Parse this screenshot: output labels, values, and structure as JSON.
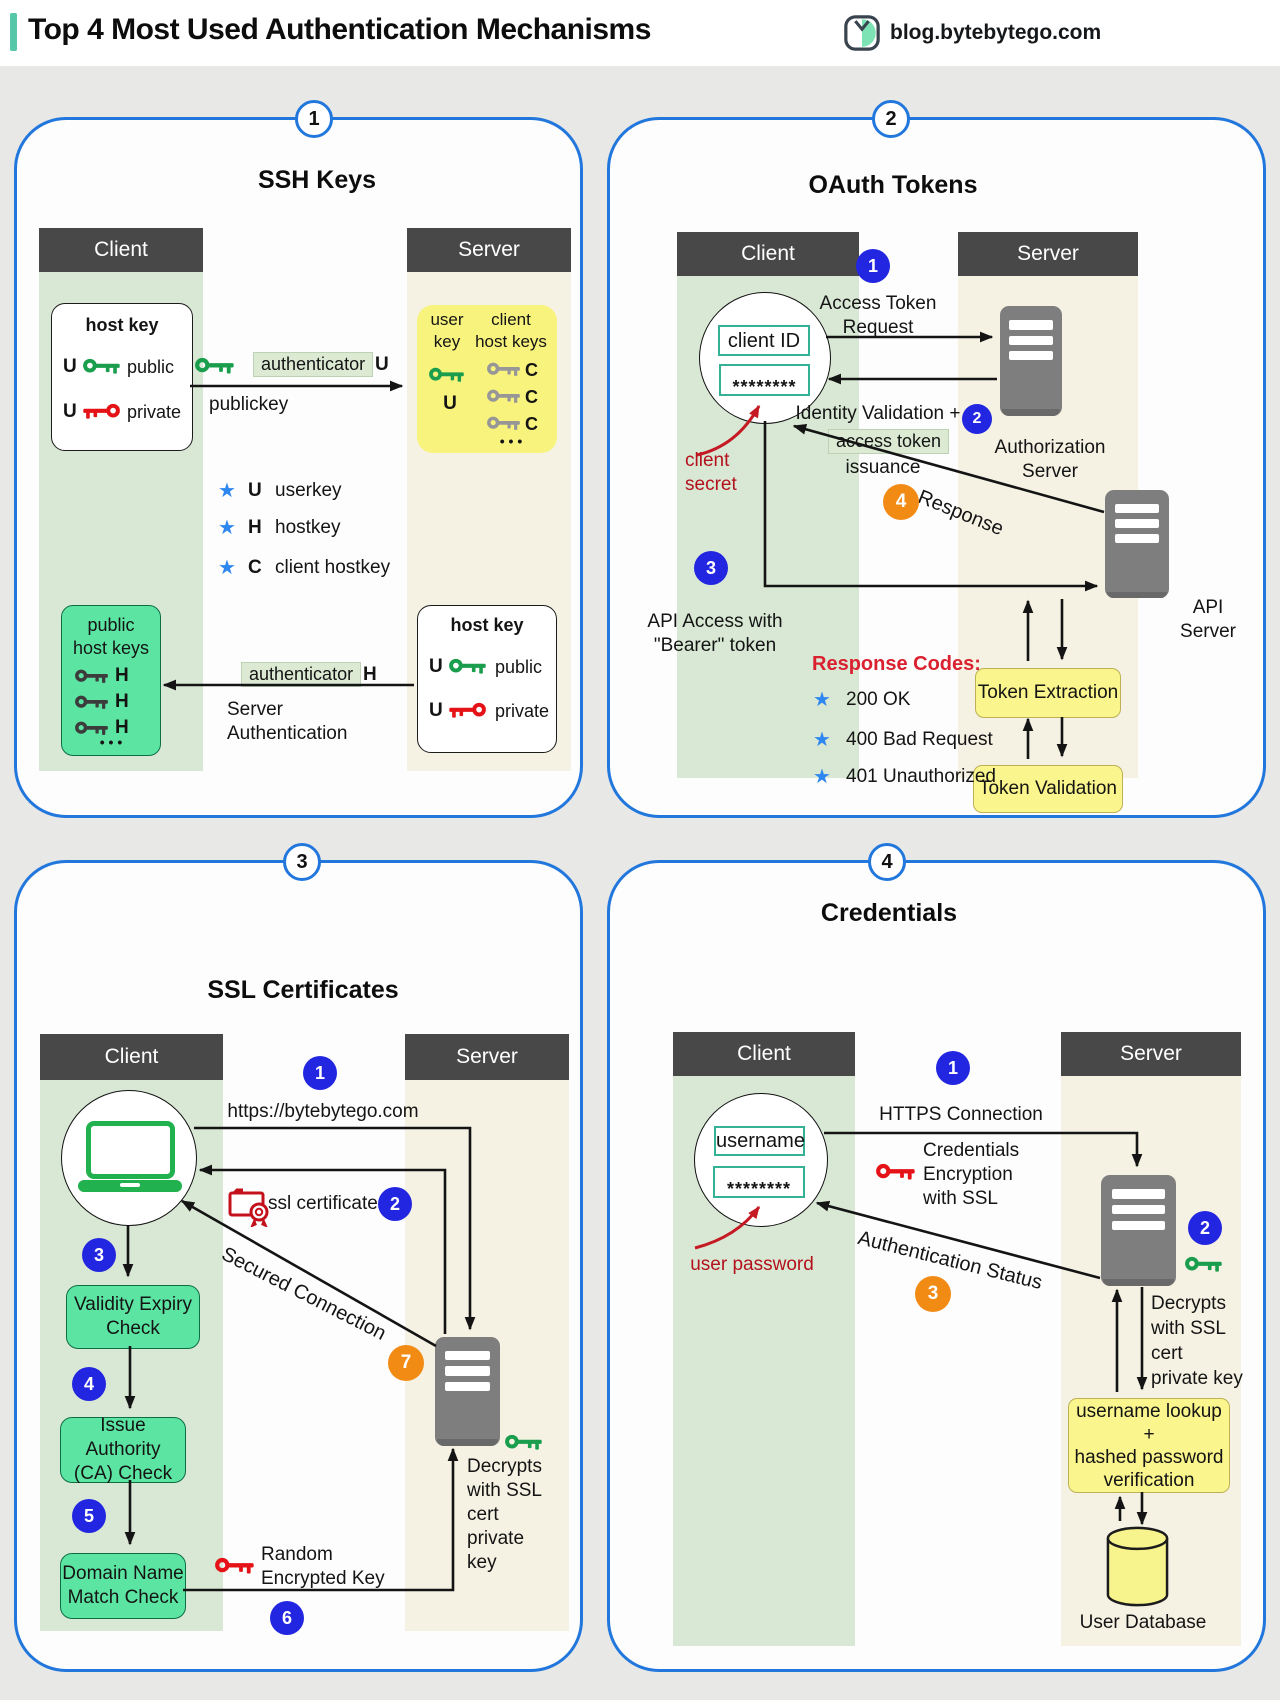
{
  "header": {
    "title": "Top 4 Most Used Authentication Mechanisms",
    "site": "blog.bytebytego.com"
  },
  "icons": {
    "star": "★",
    "dots": "• • •"
  },
  "panels": {
    "ssh": {
      "number": "1",
      "title": "SSH Keys",
      "client": "Client",
      "server": "Server",
      "host_key": "host key",
      "tag_u": "U",
      "public": "public",
      "private": "private",
      "authenticator": "authenticator",
      "publickey": "publickey",
      "user_key": "user\nkey",
      "client_host_keys": "client\nhost keys",
      "tag_c": "C",
      "legend": [
        {
          "tag": "U",
          "label": "userkey"
        },
        {
          "tag": "H",
          "label": "hostkey"
        },
        {
          "tag": "C",
          "label": "client hostkey"
        }
      ],
      "public_host_keys": "public\nhost keys",
      "tag_h": "H",
      "server_authentication": "Server\nAuthentication"
    },
    "oauth": {
      "number": "2",
      "title": "OAuth Tokens",
      "client": "Client",
      "server": "Server",
      "client_id": "client ID",
      "secret_mask": "********",
      "client_secret": "client\nsecret",
      "step1": "1",
      "access_token_request": "Access Token\nRequest",
      "step2": "2",
      "authorization_server": "Authorization\nServer",
      "identity_validation": "Identity Validation +",
      "access_token": "access token",
      "issuance": "issuance",
      "step4": "4",
      "response": "Response",
      "step3": "3",
      "api_access": "API Access with\n\"Bearer\" token",
      "api_server": "API\nServer",
      "response_codes": "Response Codes:",
      "codes": [
        "200 OK",
        "400 Bad Request",
        "401 Unauthorized"
      ],
      "token_extraction": "Token Extraction",
      "token_validation": "Token Validation"
    },
    "ssl": {
      "number": "3",
      "title": "SSL Certificates",
      "client": "Client",
      "server": "Server",
      "step1": "1",
      "url": "https://bytebytego.com",
      "ssl_certificate": "ssl certificate",
      "step2": "2",
      "secured_connection": "Secured Connection",
      "step3": "3",
      "validity_check": "Validity Expiry\nCheck",
      "step4": "4",
      "authority_check": "Issue Authority\n(CA) Check",
      "step5": "5",
      "domain_check": "Domain Name\nMatch Check",
      "random_key": "Random\nEncrypted Key",
      "step6": "6",
      "step7": "7",
      "decrypts": "Decrypts\nwith SSL\ncert\nprivate\nkey"
    },
    "creds": {
      "number": "4",
      "title": "Credentials",
      "client": "Client",
      "server": "Server",
      "username": "username",
      "secret_mask": "********",
      "user_password": "user password",
      "step1": "1",
      "https_connection": "HTTPS Connection",
      "cred_encryption": "Credentials\nEncryption\nwith SSL",
      "auth_status": "Authentication Status",
      "step3": "3",
      "step2": "2",
      "decrypts": "Decrypts\nwith SSL\ncert\nprivate key",
      "lookup": "username lookup\n+\nhashed password\nverification",
      "user_database": "User Database"
    }
  }
}
